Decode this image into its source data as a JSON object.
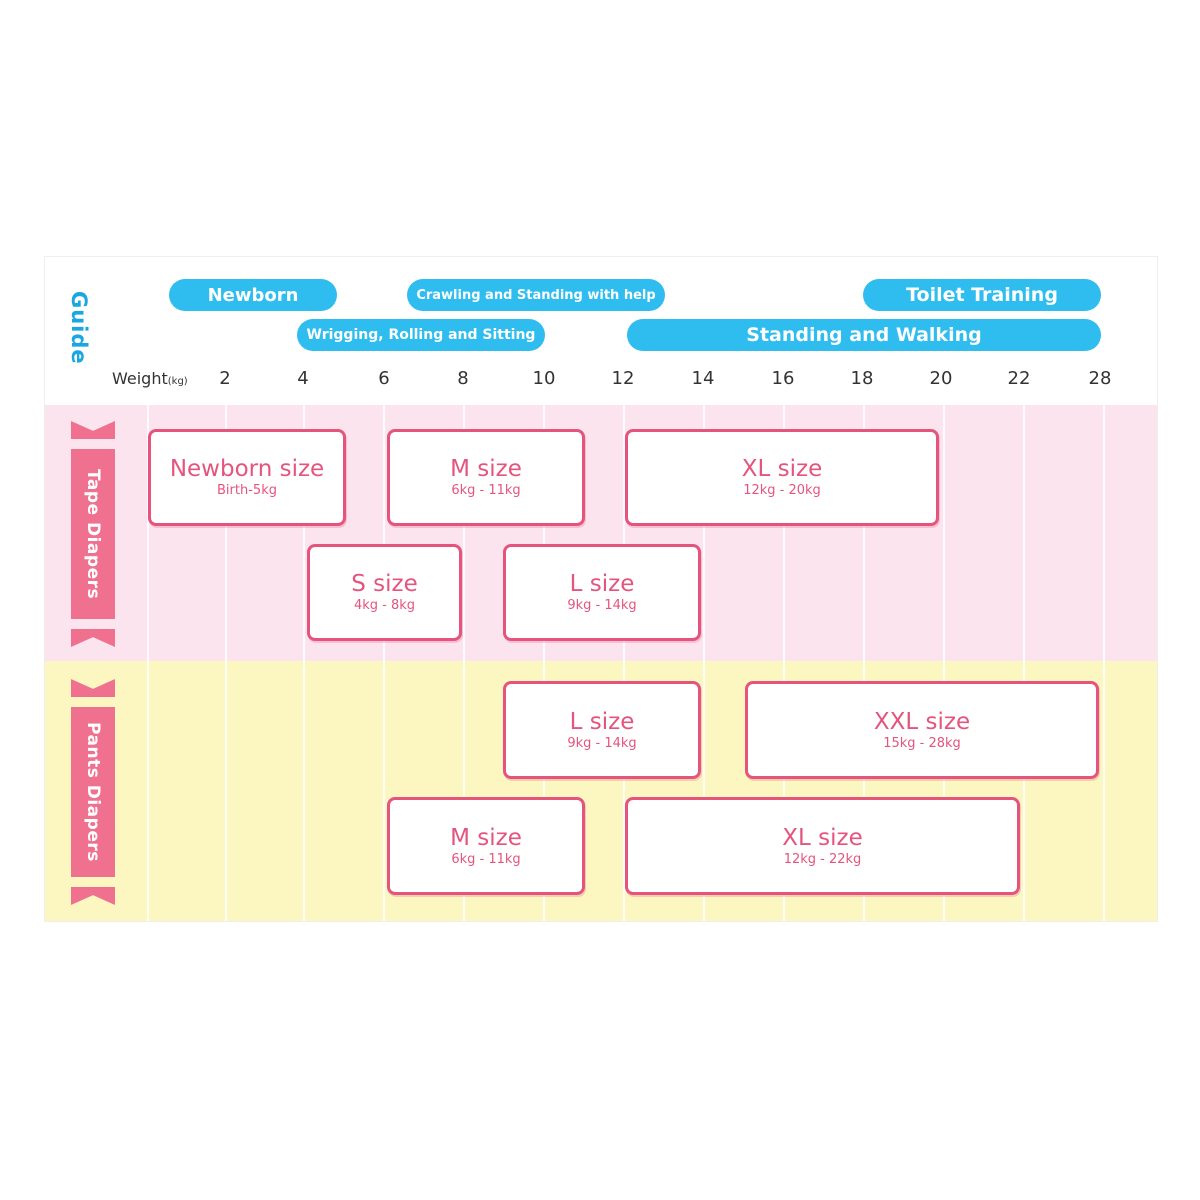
{
  "guide": {
    "title": "Guide",
    "stages": [
      {
        "label": "Newborn"
      },
      {
        "label": "Wrigging, Rolling and Sitting"
      },
      {
        "label": "Crawling and Standing with help"
      },
      {
        "label": "Standing and Walking"
      },
      {
        "label": "Toilet Training"
      }
    ]
  },
  "axis": {
    "label": "Weight",
    "unit": "(kg)",
    "ticks": [
      "2",
      "4",
      "6",
      "8",
      "10",
      "12",
      "14",
      "16",
      "18",
      "20",
      "22",
      "28"
    ]
  },
  "tape": {
    "label": "Tape Diapers",
    "sizes": [
      {
        "name": "Newborn size",
        "range": "Birth-5kg",
        "min": 0,
        "max": 5
      },
      {
        "name": "S size",
        "range": "4kg - 8kg",
        "min": 4,
        "max": 8
      },
      {
        "name": "M size",
        "range": "6kg - 11kg",
        "min": 6,
        "max": 11
      },
      {
        "name": "L size",
        "range": "9kg - 14kg",
        "min": 9,
        "max": 14
      },
      {
        "name": "XL size",
        "range": "12kg - 20kg",
        "min": 12,
        "max": 20
      }
    ]
  },
  "pants": {
    "label": "Pants Diapers",
    "sizes": [
      {
        "name": "L size",
        "range": "9kg - 14kg",
        "min": 9,
        "max": 14
      },
      {
        "name": "XXL size",
        "range": "15kg - 28kg",
        "min": 15,
        "max": 28
      },
      {
        "name": "M size",
        "range": "6kg - 11kg",
        "min": 6,
        "max": 11
      },
      {
        "name": "XL size",
        "range": "12kg - 22kg",
        "min": 12,
        "max": 22
      }
    ]
  },
  "colors": {
    "guide_blue": "#2fbdf0",
    "guide_title": "#1aa7e0",
    "tape_band": "#fce4ef",
    "pants_band": "#fcf6c0",
    "size_pink": "#e5547d",
    "tab_pink": "#f0708f"
  }
}
